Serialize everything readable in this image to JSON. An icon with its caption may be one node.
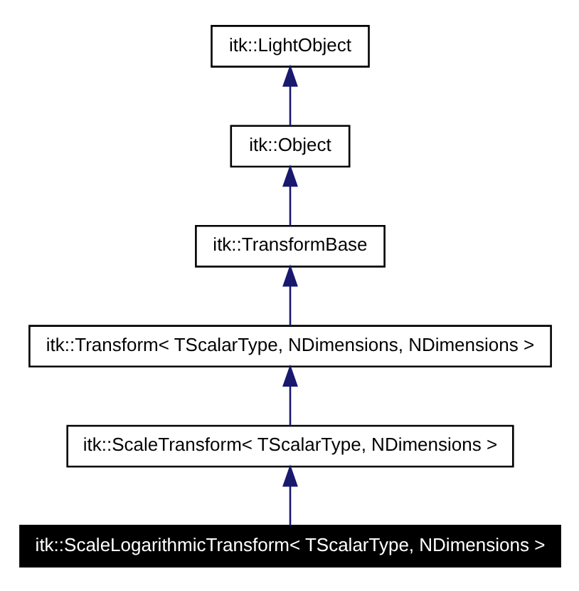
{
  "diagram": {
    "nodes": [
      {
        "text": [
          "itk::LightObject"
        ]
      },
      {
        "text": [
          "itk::Object"
        ]
      },
      {
        "text": [
          "itk::TransformBase"
        ]
      },
      {
        "text": [
          "itk::Transform< TScalarType, NDimensions, NDimensions >"
        ]
      },
      {
        "text": [
          "itk::ScaleTransform< TScalarType, NDimensions >"
        ]
      },
      {
        "text": [
          "itk::ScaleLogarithmicTransform< TScalarType, NDimensions >"
        ]
      }
    ],
    "edges": [
      {
        "from": 1,
        "to": 0,
        "arrow": "to"
      },
      {
        "from": 2,
        "to": 1,
        "arrow": "to"
      },
      {
        "from": 3,
        "to": 2,
        "arrow": "to"
      },
      {
        "from": 4,
        "to": 3,
        "arrow": "to"
      },
      {
        "from": 5,
        "to": 4,
        "arrow": "to"
      }
    ]
  }
}
